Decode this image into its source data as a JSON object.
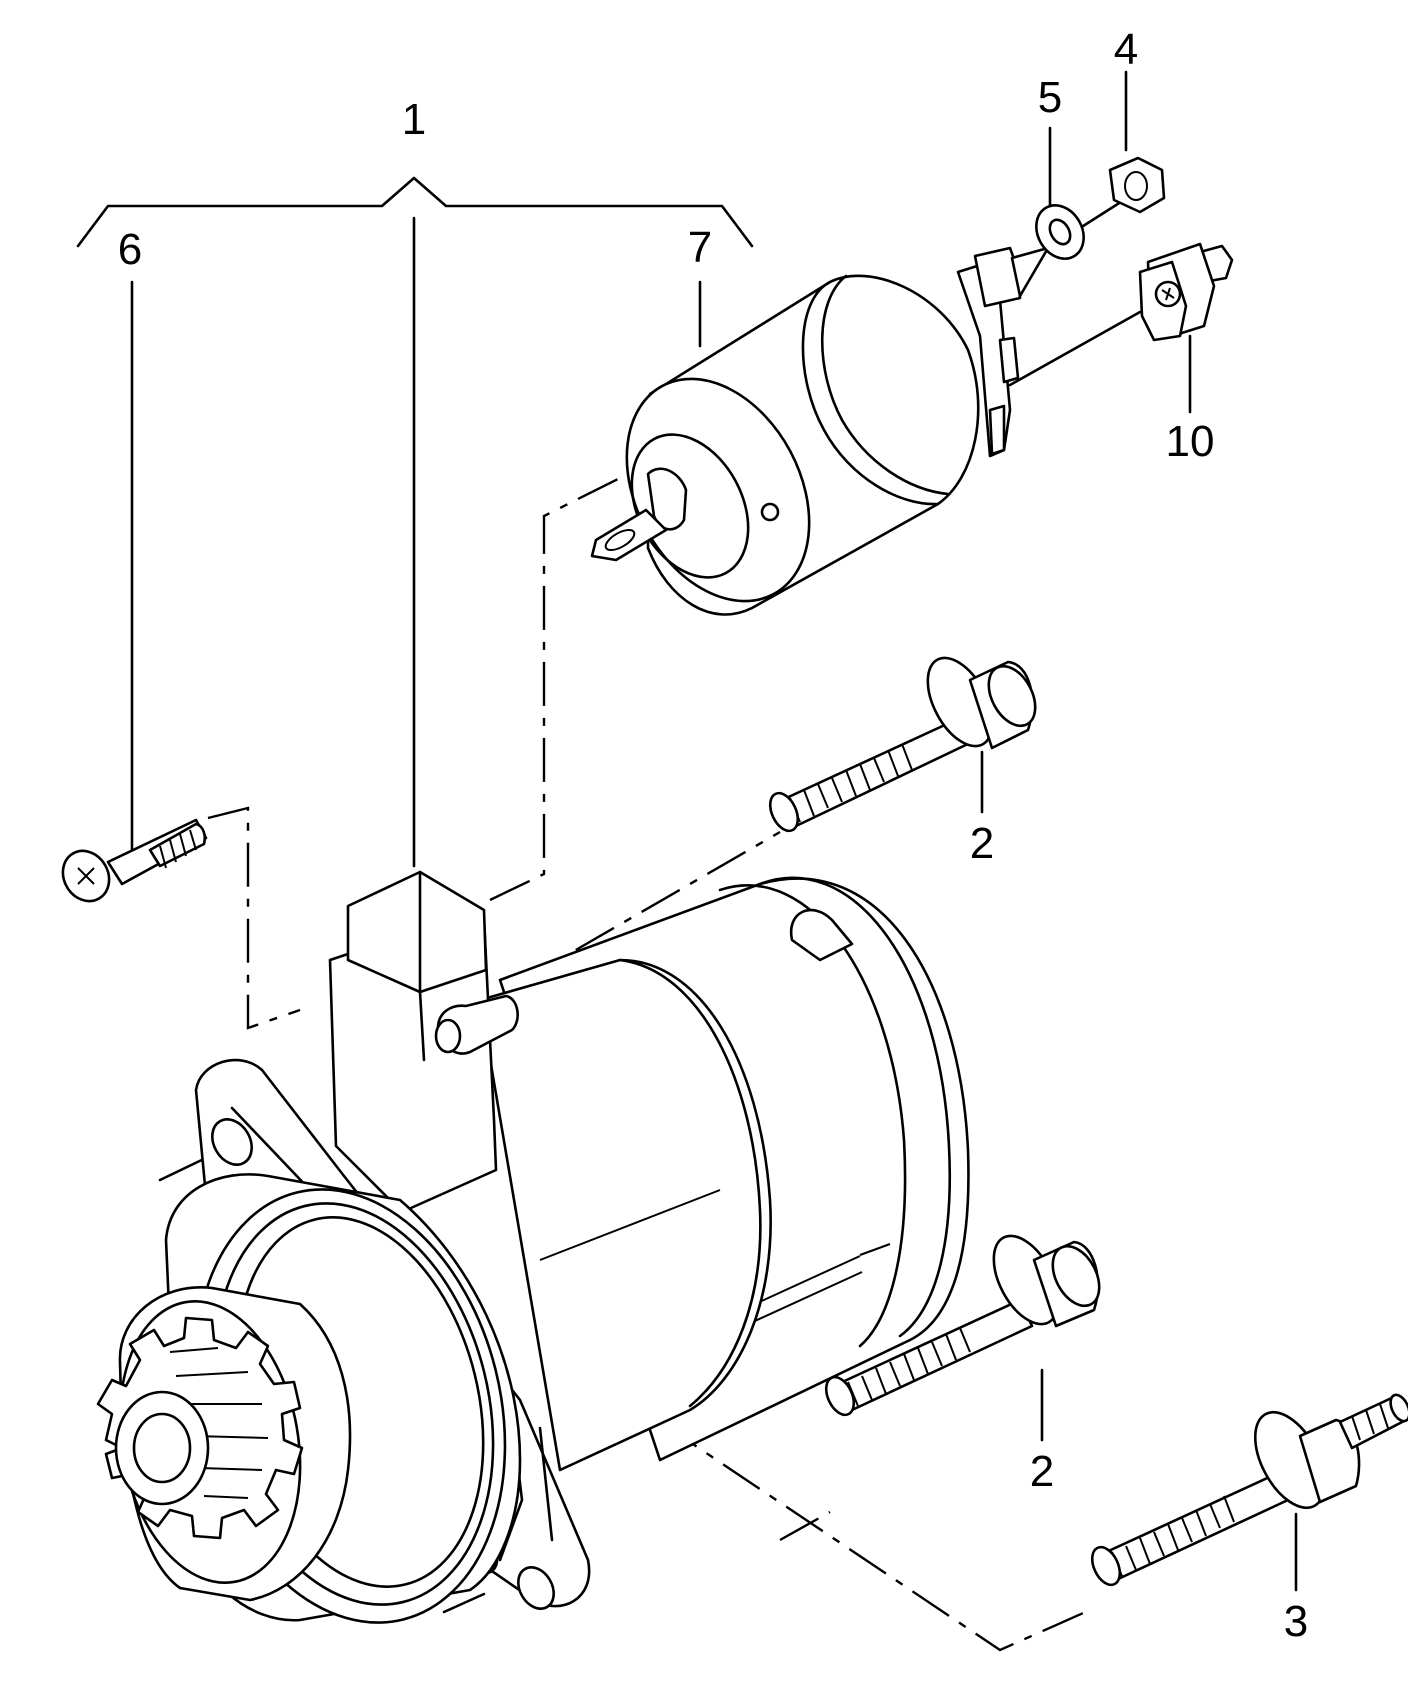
{
  "callouts": [
    {
      "id": "c1",
      "label": "1"
    },
    {
      "id": "c2a",
      "label": "2"
    },
    {
      "id": "c2b",
      "label": "2"
    },
    {
      "id": "c3",
      "label": "3"
    },
    {
      "id": "c4",
      "label": "4"
    },
    {
      "id": "c5",
      "label": "5"
    },
    {
      "id": "c6",
      "label": "6"
    },
    {
      "id": "c7",
      "label": "7"
    },
    {
      "id": "c10",
      "label": "10"
    }
  ]
}
